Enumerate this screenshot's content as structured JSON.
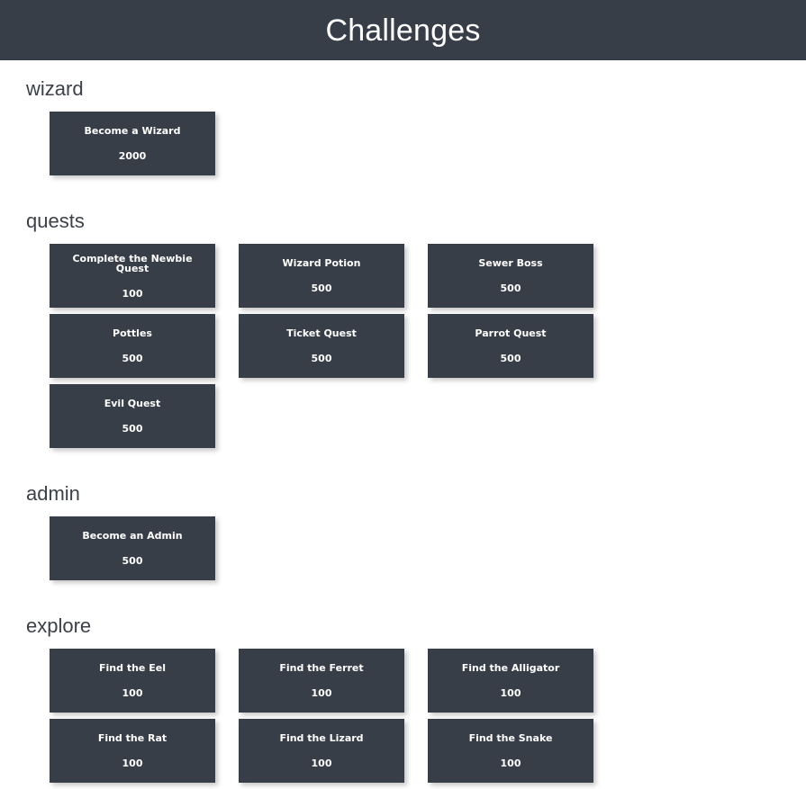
{
  "header": {
    "title": "Challenges",
    "background_color": "#383e48",
    "text_color": "#ffffff"
  },
  "theme": {
    "card_background": "#383e48",
    "card_text": "#ffffff",
    "heading_text": "#3c4149",
    "page_background": "#ffffff"
  },
  "sections": [
    {
      "name": "wizard",
      "label": "wizard",
      "cards": [
        {
          "title": "Become a Wizard",
          "value": "2000"
        }
      ]
    },
    {
      "name": "quests",
      "label": "quests",
      "cards": [
        {
          "title": "Complete the Newbie Quest",
          "value": "100"
        },
        {
          "title": "Wizard Potion",
          "value": "500"
        },
        {
          "title": "Sewer Boss",
          "value": "500"
        },
        {
          "title": "Pottles",
          "value": "500"
        },
        {
          "title": "Ticket Quest",
          "value": "500"
        },
        {
          "title": "Parrot Quest",
          "value": "500"
        },
        {
          "title": "Evil Quest",
          "value": "500"
        }
      ]
    },
    {
      "name": "admin",
      "label": "admin",
      "cards": [
        {
          "title": "Become an Admin",
          "value": "500"
        }
      ]
    },
    {
      "name": "explore",
      "label": "explore",
      "cards": [
        {
          "title": "Find the Eel",
          "value": "100"
        },
        {
          "title": "Find the Ferret",
          "value": "100"
        },
        {
          "title": "Find the Alligator",
          "value": "100"
        },
        {
          "title": "Find the Rat",
          "value": "100"
        },
        {
          "title": "Find the Lizard",
          "value": "100"
        },
        {
          "title": "Find the Snake",
          "value": "100"
        }
      ]
    }
  ]
}
